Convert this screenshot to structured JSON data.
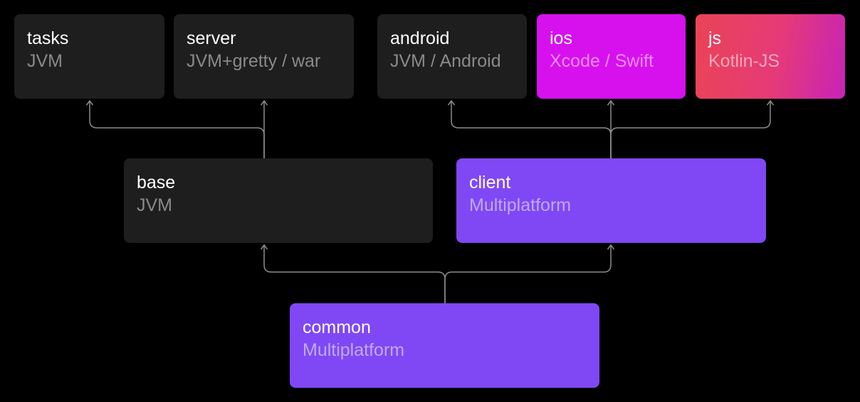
{
  "colors": {
    "background": "#000000",
    "jvm_module": "#1e1e1e",
    "multiplatform_module": "#7f48f4",
    "ios_module": "#d611ee",
    "js_module_gradient": [
      "#ea4456",
      "#c723b8"
    ],
    "connector": "#8c8c8c"
  },
  "modules": {
    "tasks": {
      "name": "tasks",
      "platform": "JVM"
    },
    "server": {
      "name": "server",
      "platform": "JVM+gretty / war"
    },
    "android": {
      "name": "android",
      "platform": "JVM / Android"
    },
    "ios": {
      "name": "ios",
      "platform": "Xcode / Swift"
    },
    "js": {
      "name": "js",
      "platform": "Kotlin-JS"
    },
    "base": {
      "name": "base",
      "platform": "JVM"
    },
    "client": {
      "name": "client",
      "platform": "Multiplatform"
    },
    "common": {
      "name": "common",
      "platform": "Multiplatform"
    }
  },
  "dependencies": [
    {
      "from": "common",
      "to": "base"
    },
    {
      "from": "common",
      "to": "client"
    },
    {
      "from": "base",
      "to": "tasks"
    },
    {
      "from": "base",
      "to": "server"
    },
    {
      "from": "client",
      "to": "android"
    },
    {
      "from": "client",
      "to": "ios"
    },
    {
      "from": "client",
      "to": "js"
    }
  ]
}
